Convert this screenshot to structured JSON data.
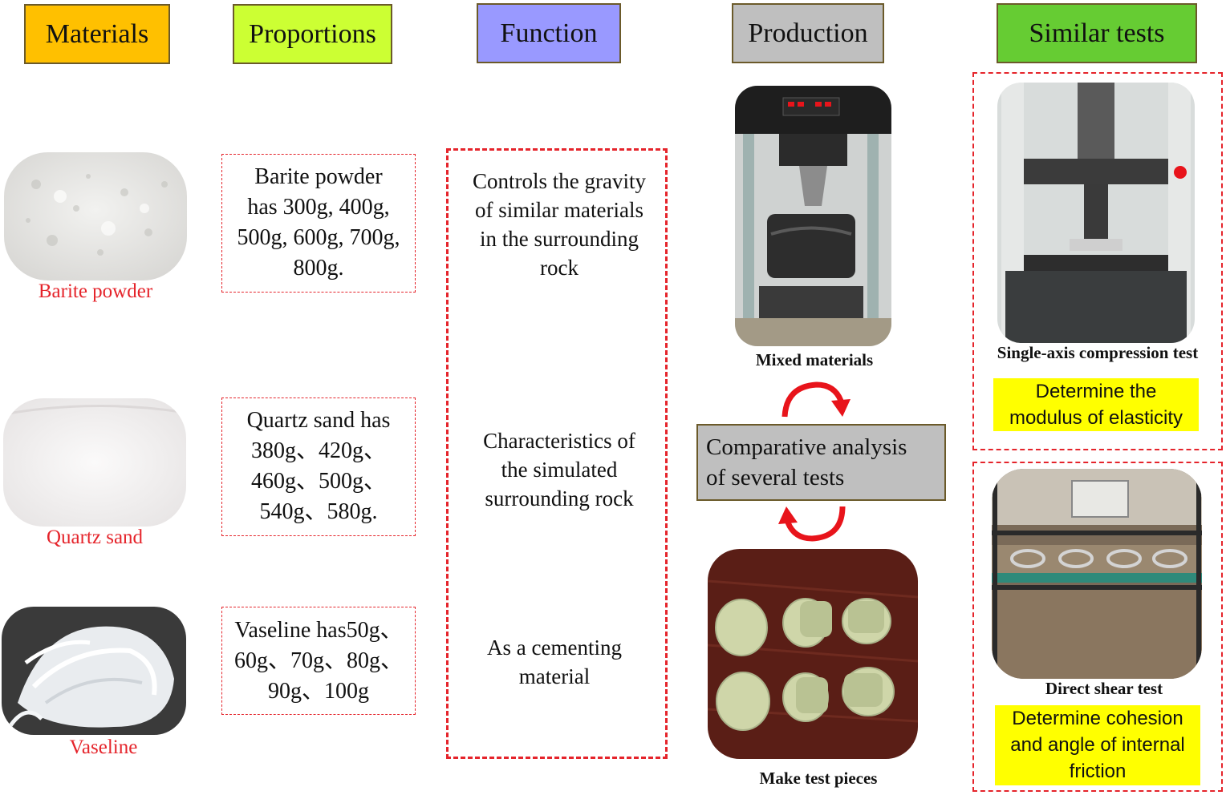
{
  "headers": {
    "materials": {
      "label": "Materials",
      "color": "#ffc000"
    },
    "proportions": {
      "label": "Proportions",
      "color": "#ccff33"
    },
    "function": {
      "label": "Function",
      "color": "#9999ff"
    },
    "production": {
      "label": "Production",
      "color": "#bfbfbf"
    },
    "similar_tests": {
      "label": "Similar tests",
      "color": "#66cc33"
    }
  },
  "materials": [
    {
      "caption": "Barite powder"
    },
    {
      "caption": "Quartz sand"
    },
    {
      "caption": "Vaseline"
    }
  ],
  "proportions": [
    {
      "lines": [
        "Barite powder",
        "has 300g, 400g,",
        "500g, 600g, 700g,",
        "800g."
      ]
    },
    {
      "lines": [
        "Quartz sand has",
        "380g、420g、",
        "460g、500g、",
        "540g、580g."
      ]
    },
    {
      "lines": [
        "Vaseline has50g、",
        "60g、70g、80g、",
        "90g、100g"
      ]
    }
  ],
  "functions": [
    {
      "lines": [
        "Controls the gravity",
        "of similar materials",
        "in the surrounding",
        "rock"
      ]
    },
    {
      "lines": [
        "Characteristics of",
        "the simulated",
        "surrounding rock"
      ]
    },
    {
      "lines": [
        "As a cementing",
        "material"
      ]
    }
  ],
  "production": {
    "mixed_caption": "Mixed materials",
    "comparative_lines": [
      "Comparative analysis",
      "of several tests"
    ],
    "test_pieces_caption": "Make test pieces"
  },
  "tests": {
    "compression_caption": "Single-axis compression test",
    "compression_result_lines": [
      "Determine the",
      "modulus of elasticity"
    ],
    "shear_caption": "Direct shear test",
    "shear_result_lines": [
      "Determine cohesion",
      "and angle of internal",
      "friction"
    ]
  },
  "colors": {
    "accent_red": "#e5242b",
    "highlight_yellow": "#ffff00",
    "arrow_red": "#e8141b"
  }
}
